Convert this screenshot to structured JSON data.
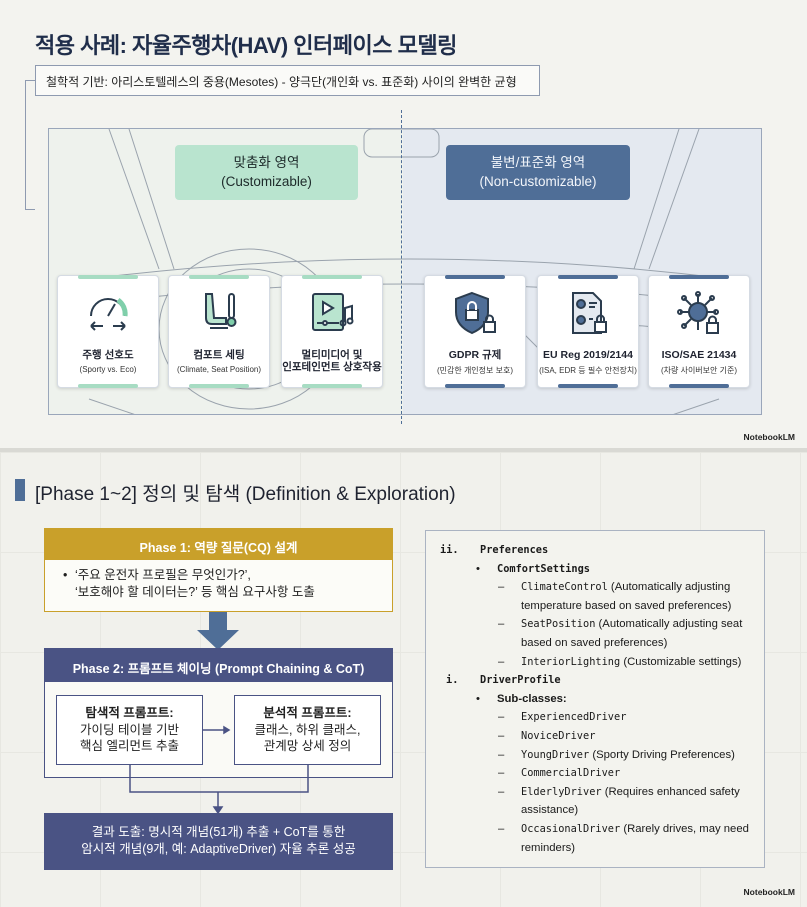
{
  "slide1": {
    "title": "적용 사례: 자율주행차(HAV) 인터페이스 모델링",
    "subtitle": "철학적 기반: 아리스토텔레스의 중용(Mesotes) - 양극단(개인화 vs. 표준화) 사이의 완벽한 균형",
    "zone_custom": {
      "line1": "맞춤화 영역",
      "line2": "(Customizable)"
    },
    "zone_fixed": {
      "line1": "불변/표준화 영역",
      "line2": "(Non-customizable)"
    },
    "cards": [
      {
        "name": "주행 선호도",
        "desc": "(Sporty vs. Eco)",
        "icon": "speedometer-icon"
      },
      {
        "name": "컴포트 세팅",
        "desc": "(Climate, Seat Position)",
        "icon": "seat-thermometer-icon"
      },
      {
        "name": "멀티미디어 및",
        "name2": "인포테인먼트 상호작용",
        "icon": "media-player-icon"
      },
      {
        "name": "GDPR 규제",
        "desc": "(민감한 개인정보 보호)",
        "icon": "shield-lock-icon"
      },
      {
        "name": "EU Reg 2019/2144",
        "desc": "(ISA, EDR 등 필수 안전장치)",
        "icon": "document-gear-lock-icon"
      },
      {
        "name": "ISO/SAE 21434",
        "desc": "(차량 사이버보안 기준)",
        "icon": "network-lock-icon"
      }
    ],
    "brand": "NotebookLM",
    "colors": {
      "green": "#b9e4cf",
      "blue": "#4f6e97",
      "navy": "#1f2d4a"
    }
  },
  "slide2": {
    "title": "[Phase 1~2] 정의 및 탐색 (Definition & Exploration)",
    "phase1": {
      "header": "Phase 1: 역량 질문(CQ) 설계",
      "line1": "‘주요 운전자 프로필은 무엇인가?’,",
      "line2": "‘보호해야 할 데이터는?’ 등 핵심 요구사항 도출"
    },
    "phase2": {
      "header": "Phase 2: 프롬프트 체이닝 (Prompt Chaining & CoT)",
      "left": {
        "l1": "탐색적 프롬프트:",
        "l2": "가이딩 테이블 기반",
        "l3": "핵심 엘리먼트 추출"
      },
      "right": {
        "l1": "분석적 프롬프트:",
        "l2": "클래스, 하위 클래스,",
        "l3": "관계망 상세 정의"
      }
    },
    "result": {
      "line1": "결과 도출: 명시적 개념(51개) 추출 + CoT를 통한",
      "line2": "암시적 개념(9개, 예: AdaptiveDriver) 자율 추론 성공"
    },
    "ontology": {
      "pref_marker": "ii.",
      "pref": "Preferences",
      "comfort": "ComfortSettings",
      "comfort_items": [
        {
          "code": "ClimateControl",
          "text": " (Automatically adjusting",
          "cont": "temperature based on saved preferences)"
        },
        {
          "code": "SeatPosition",
          "text": " (Automatically adjusting seat",
          "cont": "based on saved preferences)"
        },
        {
          "code": "InteriorLighting",
          "text": " (Customizable settings)"
        }
      ],
      "driver_marker": "i.",
      "driver": "DriverProfile",
      "sub": "Sub-classes:",
      "drivers": [
        {
          "code": "ExperiencedDriver",
          "text": ""
        },
        {
          "code": "NoviceDriver",
          "text": ""
        },
        {
          "code": "YoungDriver",
          "text": " (Sporty Driving Preferences)"
        },
        {
          "code": "CommercialDriver",
          "text": ""
        },
        {
          "code": "ElderlyDriver",
          "text": " (Requires enhanced safety",
          "cont": "assistance)"
        },
        {
          "code": "OccasionalDriver",
          "text": " (Rarely drives, may need",
          "cont": "reminders)"
        }
      ]
    },
    "brand": "NotebookLM",
    "colors": {
      "gold": "#c9a02a",
      "indigo": "#4a5384"
    }
  }
}
